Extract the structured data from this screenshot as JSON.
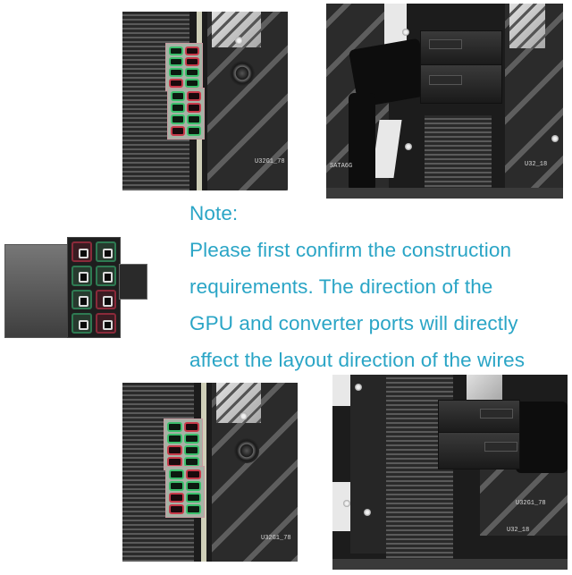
{
  "note": {
    "title": "Note:",
    "lines": [
      "Please first confirm the construction",
      "requirements. The direction of the",
      "GPU and converter ports will directly",
      "affect the layout direction of the wires"
    ],
    "text_color": "#2aa5c6"
  },
  "photos": {
    "top_left": {
      "description": "GPU heatsink with two 8-pin power sockets highlighted red/green",
      "board_label": "U32G1_78"
    },
    "top_right": {
      "description": "Black power connectors with wires plugged into GPU",
      "board_labels": [
        "U32_18",
        "SATA6G",
        "SATA6G"
      ]
    },
    "middle_left": {
      "description": "8-pin PCIe power connector close-up with red/green pin highlights"
    },
    "bottom_left": {
      "description": "GPU heatsink with two 8-pin power sockets highlighted, alternate orientation",
      "board_label": "U32G1_78"
    },
    "bottom_right": {
      "description": "Black power connectors with wires routed right",
      "board_labels": [
        "U32G1_78",
        "U32_18"
      ]
    }
  },
  "highlight_colors": {
    "green": "#3bbf6b",
    "red": "#c83a4a"
  }
}
